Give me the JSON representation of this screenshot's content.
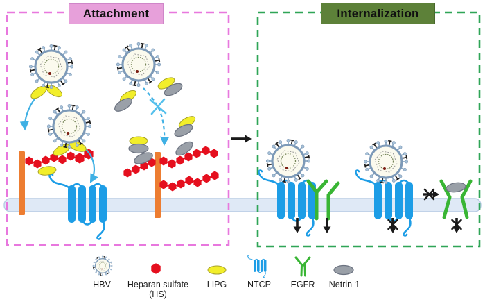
{
  "panels": {
    "attachment": {
      "title": "Attachment"
    },
    "internalization": {
      "title": "Internalization"
    }
  },
  "legend": {
    "items": [
      {
        "id": "hbv",
        "icon": "hbv-virion-icon",
        "label": "HBV"
      },
      {
        "id": "heparan-sulfate",
        "icon": "heparan-sulfate-hexagon-icon",
        "label": "Heparan sulfate",
        "label_line2": "(HS)"
      },
      {
        "id": "lipg",
        "icon": "lipg-yellow-ellipse-icon",
        "label": "LIPG"
      },
      {
        "id": "ntcp",
        "icon": "ntcp-transporter-icon",
        "label": "NTCP"
      },
      {
        "id": "egfr",
        "icon": "egfr-receptor-icon",
        "label": "EGFR"
      },
      {
        "id": "netrin-1",
        "icon": "netrin1-gray-ellipse-icon",
        "label": "Netrin-1"
      }
    ]
  },
  "colors": {
    "attachment_box_bg": "#e7a0da",
    "attachment_dashed_border": "#e878de",
    "internalization_box_bg": "#5d8139",
    "internalization_dashed_border": "#2fa557",
    "membrane_fill": "#dfe9f6",
    "membrane_stroke": "#b7cbe4",
    "ntcp_blue": "#1d9de6",
    "egfr_green": "#39b534",
    "heparan_sulfate_red": "#e50f1e",
    "lipg_yellow": "#f2ee2a",
    "netrin_gray": "#9aa0a8",
    "hs_core_protein_orange": "#ed7d31",
    "arrow_blue": "#3fb0e4",
    "blocked_x_blue": "#55c0ec",
    "arrow_black": "#1a1a1a",
    "virus_ring": "#7d9ab8"
  }
}
